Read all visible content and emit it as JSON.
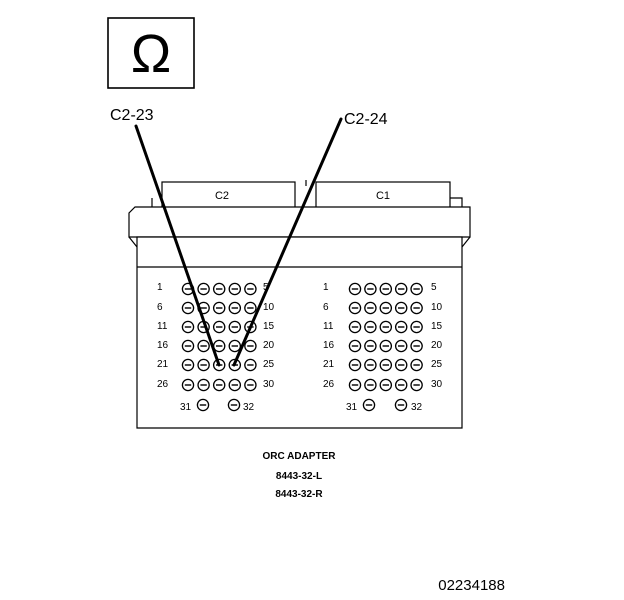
{
  "ohm_symbol": "Ω",
  "callouts": {
    "left": "C2-23",
    "right": "C2-24"
  },
  "connectors": {
    "left_tab": "C2",
    "right_tab": "C1"
  },
  "pin_rows": {
    "left": [
      {
        "start": "1",
        "end": "5"
      },
      {
        "start": "6",
        "end": "10"
      },
      {
        "start": "11",
        "end": "15"
      },
      {
        "start": "16",
        "end": "20"
      },
      {
        "start": "21",
        "end": "25"
      },
      {
        "start": "26",
        "end": "30"
      }
    ],
    "right": [
      {
        "start": "1",
        "end": "5"
      },
      {
        "start": "6",
        "end": "10"
      },
      {
        "start": "11",
        "end": "15"
      },
      {
        "start": "16",
        "end": "20"
      },
      {
        "start": "21",
        "end": "25"
      },
      {
        "start": "26",
        "end": "30"
      }
    ],
    "left_extra": {
      "a": "31",
      "b": "32"
    },
    "right_extra": {
      "a": "31",
      "b": "32"
    }
  },
  "caption": {
    "title": "ORC ADAPTER",
    "part1": "8443-32-L",
    "part2": "8443-32-R"
  },
  "figure_id": "02234188"
}
